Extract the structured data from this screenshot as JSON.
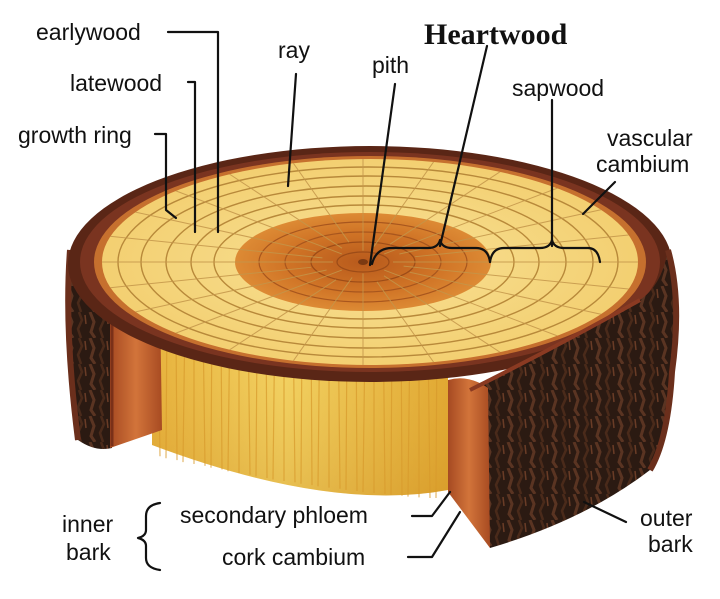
{
  "diagram": {
    "title": "Heartwood",
    "labels": {
      "earlywood": "earlywood",
      "latewood": "latewood",
      "growth_ring": "growth ring",
      "ray": "ray",
      "pith": "pith",
      "sapwood": "sapwood",
      "vascular_cambium_line1": "vascular",
      "vascular_cambium_line2": "cambium",
      "inner_bark_line1": "inner",
      "inner_bark_line2": "bark",
      "secondary_phloem": "secondary phloem",
      "cork_cambium": "cork cambium",
      "outer_bark_line1": "outer",
      "outer_bark_line2": "bark"
    },
    "colors": {
      "bark_dark": "#2a1a12",
      "bark_brown": "#6b2f1c",
      "inner_bark": "#c0652f",
      "sapwood_light": "#f6dc86",
      "heartwood": "#d6802a",
      "heartwood_center": "#b85a1c",
      "side_wood": "#f0c64a",
      "ring_line": "#a8782c"
    }
  }
}
